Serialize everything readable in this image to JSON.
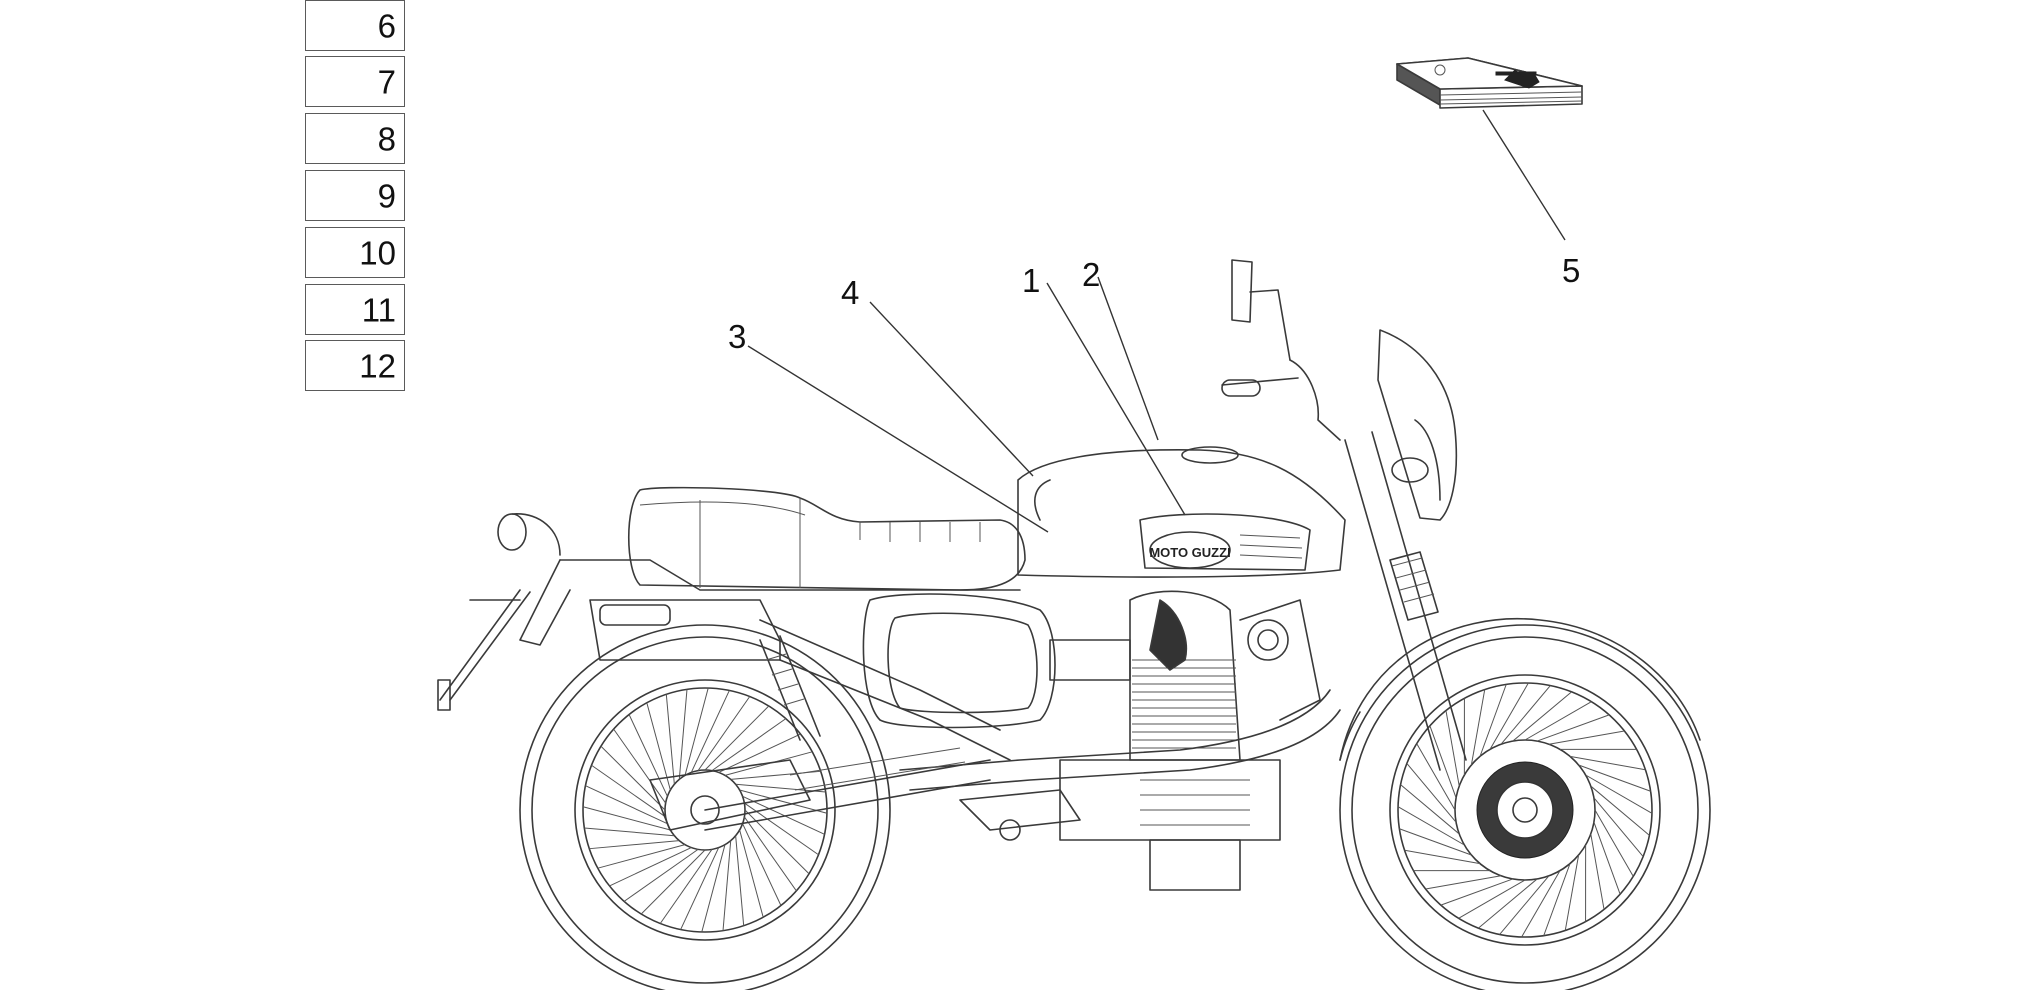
{
  "reference_boxes": [
    {
      "label": "6"
    },
    {
      "label": "7"
    },
    {
      "label": "8"
    },
    {
      "label": "9"
    },
    {
      "label": "10"
    },
    {
      "label": "11"
    },
    {
      "label": "12"
    }
  ],
  "callouts": {
    "c1": "1",
    "c2": "2",
    "c3": "3",
    "c4": "4",
    "c5": "5"
  },
  "tank_logo_text": "MOTO GUZZI",
  "colors": {
    "line": "#3a3a3a",
    "text": "#111111",
    "background": "#ffffff"
  }
}
